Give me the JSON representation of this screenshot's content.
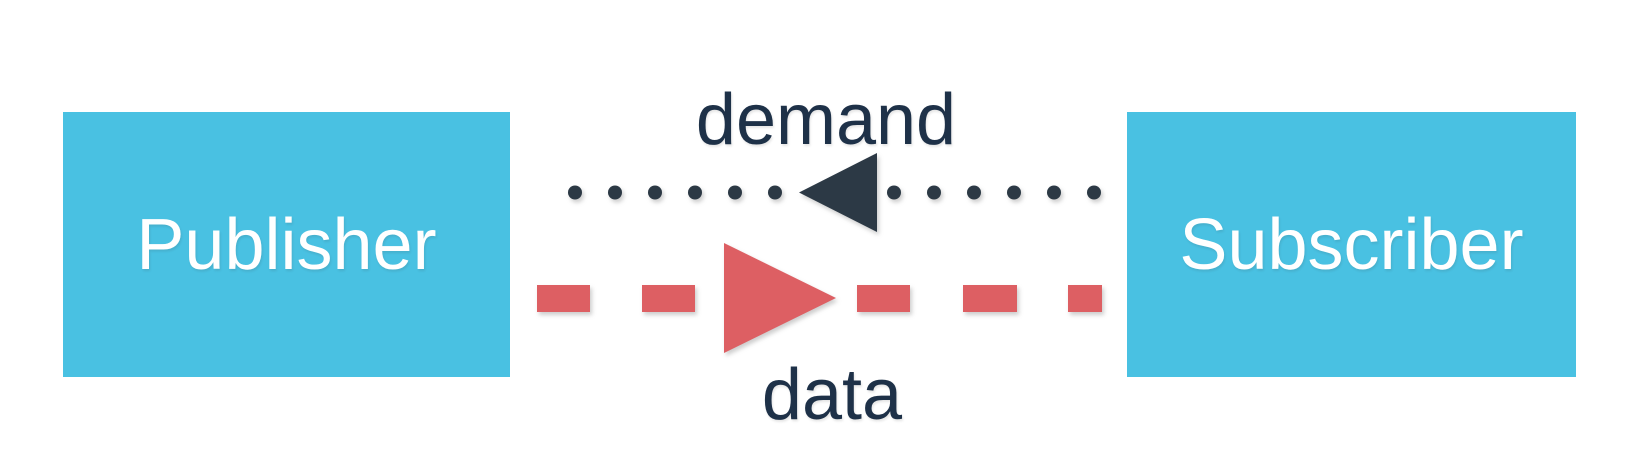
{
  "diagram": {
    "nodes": [
      {
        "id": "publisher",
        "label": "Publisher"
      },
      {
        "id": "subscriber",
        "label": "Subscriber"
      }
    ],
    "edges": [
      {
        "id": "demand",
        "label": "demand",
        "style": "dotted",
        "direction": "right-to-left",
        "from": "subscriber",
        "to": "publisher",
        "color": "#2C3945"
      },
      {
        "id": "data",
        "label": "data",
        "style": "dashed",
        "direction": "left-to-right",
        "from": "publisher",
        "to": "subscriber",
        "color": "#DD5F63"
      }
    ],
    "colors": {
      "background": "#FFFFFF",
      "node_fill": "#49C1E2",
      "node_text": "#FFFFFF",
      "dark": "#2C3945",
      "red": "#DD5F63",
      "label_text": "#1E3148"
    }
  }
}
